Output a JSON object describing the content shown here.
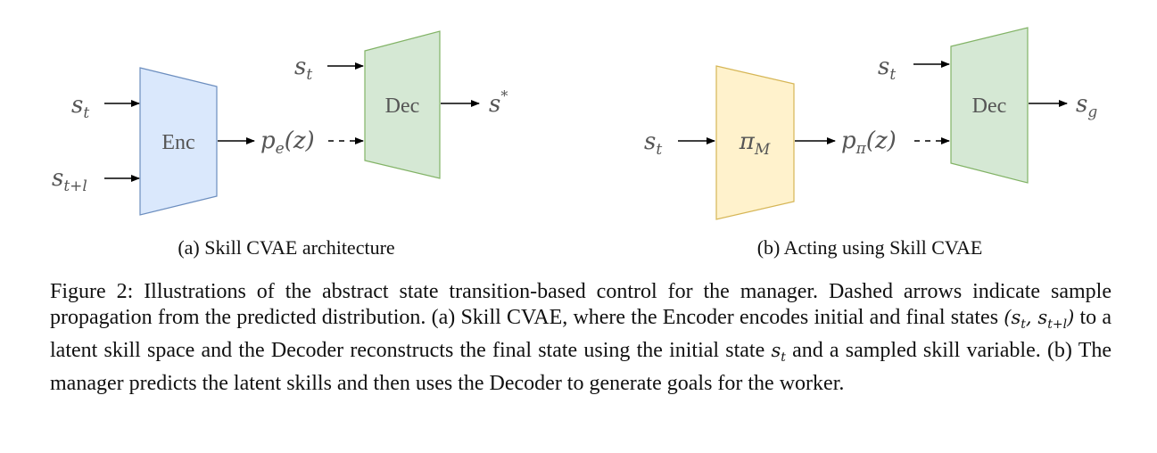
{
  "panel_a": {
    "encoder_label": "Enc",
    "decoder_label": "Dec",
    "encoder_color": "#dae8fc",
    "encoder_stroke": "#6c8ebf",
    "decoder_color": "#d5e8d4",
    "decoder_stroke": "#82b366",
    "caption": "(a) Skill CVAE architecture"
  },
  "panel_b": {
    "policy_label": "π",
    "policy_sub": "M",
    "decoder_label": "Dec",
    "policy_color": "#fff2cc",
    "policy_stroke": "#d6b656",
    "decoder_color": "#d5e8d4",
    "decoder_stroke": "#82b366",
    "caption": "(b) Acting using Skill CVAE"
  },
  "math": {
    "s": "s",
    "t": "t",
    "t_plus_l": "t+l",
    "star": "*",
    "g": "g",
    "pe_p": "p",
    "pe_sub": "e",
    "pe_z": "(z)",
    "ppi_p": "p",
    "ppi_sub": "π",
    "ppi_z": "(z)"
  },
  "figure_caption": {
    "part1": "Figure 2: Illustrations of the abstract state transition-based control for the manager. Dashed arrows indicate sample propagation from the predicted distribution. (a) Skill CVAE, where the Encoder encodes initial and final states ",
    "math_states": "(s",
    "math_states_t": "t",
    "math_states_mid": ", s",
    "math_states_tl": "t+l",
    "math_states_end": ")",
    "part2": " to a latent skill space and the Decoder reconstructs the final state using the initial state ",
    "math_st": "s",
    "math_st_t": "t",
    "part3": " and a sampled skill variable. (b) The manager predicts the latent skills and then uses the Decoder to generate goals for the worker."
  }
}
